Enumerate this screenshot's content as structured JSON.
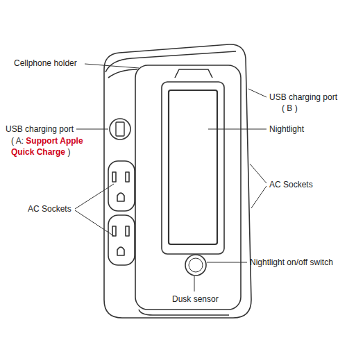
{
  "diagram": {
    "labels": [
      "Cellphone holder",
      "USB charging port",
      "( A:",
      "Support Apple Quick Charge",
      ")",
      "AC Sockets",
      "USB charging port",
      "( B )",
      "Nightlight",
      "AC Sockets",
      "Nightlight on/off switch",
      "Dusk sensor"
    ]
  }
}
